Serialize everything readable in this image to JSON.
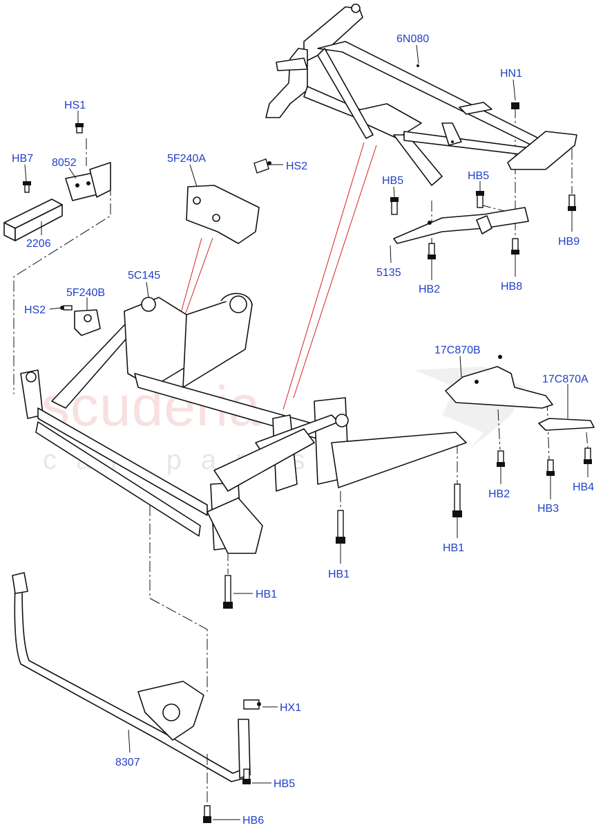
{
  "watermark": {
    "main": "scuderia",
    "sub": "car parts"
  },
  "labels": {
    "hs1": "HS1",
    "hb7": "HB7",
    "n8052": "8052",
    "n2206": "2206",
    "n5f240a": "5F240A",
    "hs2_top": "HS2",
    "n6n080": "6N080",
    "hn1": "HN1",
    "hb5_a": "HB5",
    "hb5_b": "HB5",
    "hb9": "HB9",
    "n5135": "5135",
    "hb2_a": "HB2",
    "hb8": "HB8",
    "n5c145": "5C145",
    "n5f240b": "5F240B",
    "hs2_mid": "HS2",
    "n17c870b": "17C870B",
    "n17c870a": "17C870A",
    "hb2_b": "HB2",
    "hb4": "HB4",
    "hb3": "HB3",
    "hb1_r": "HB1",
    "hb1_mid": "HB1",
    "hb1_low": "HB1",
    "hx1": "HX1",
    "n8307": "8307",
    "hb5_low": "HB5",
    "hb6": "HB6"
  },
  "colors": {
    "callout": "#1f3fc9",
    "leader_red": "#d62020",
    "line": "#111111"
  }
}
